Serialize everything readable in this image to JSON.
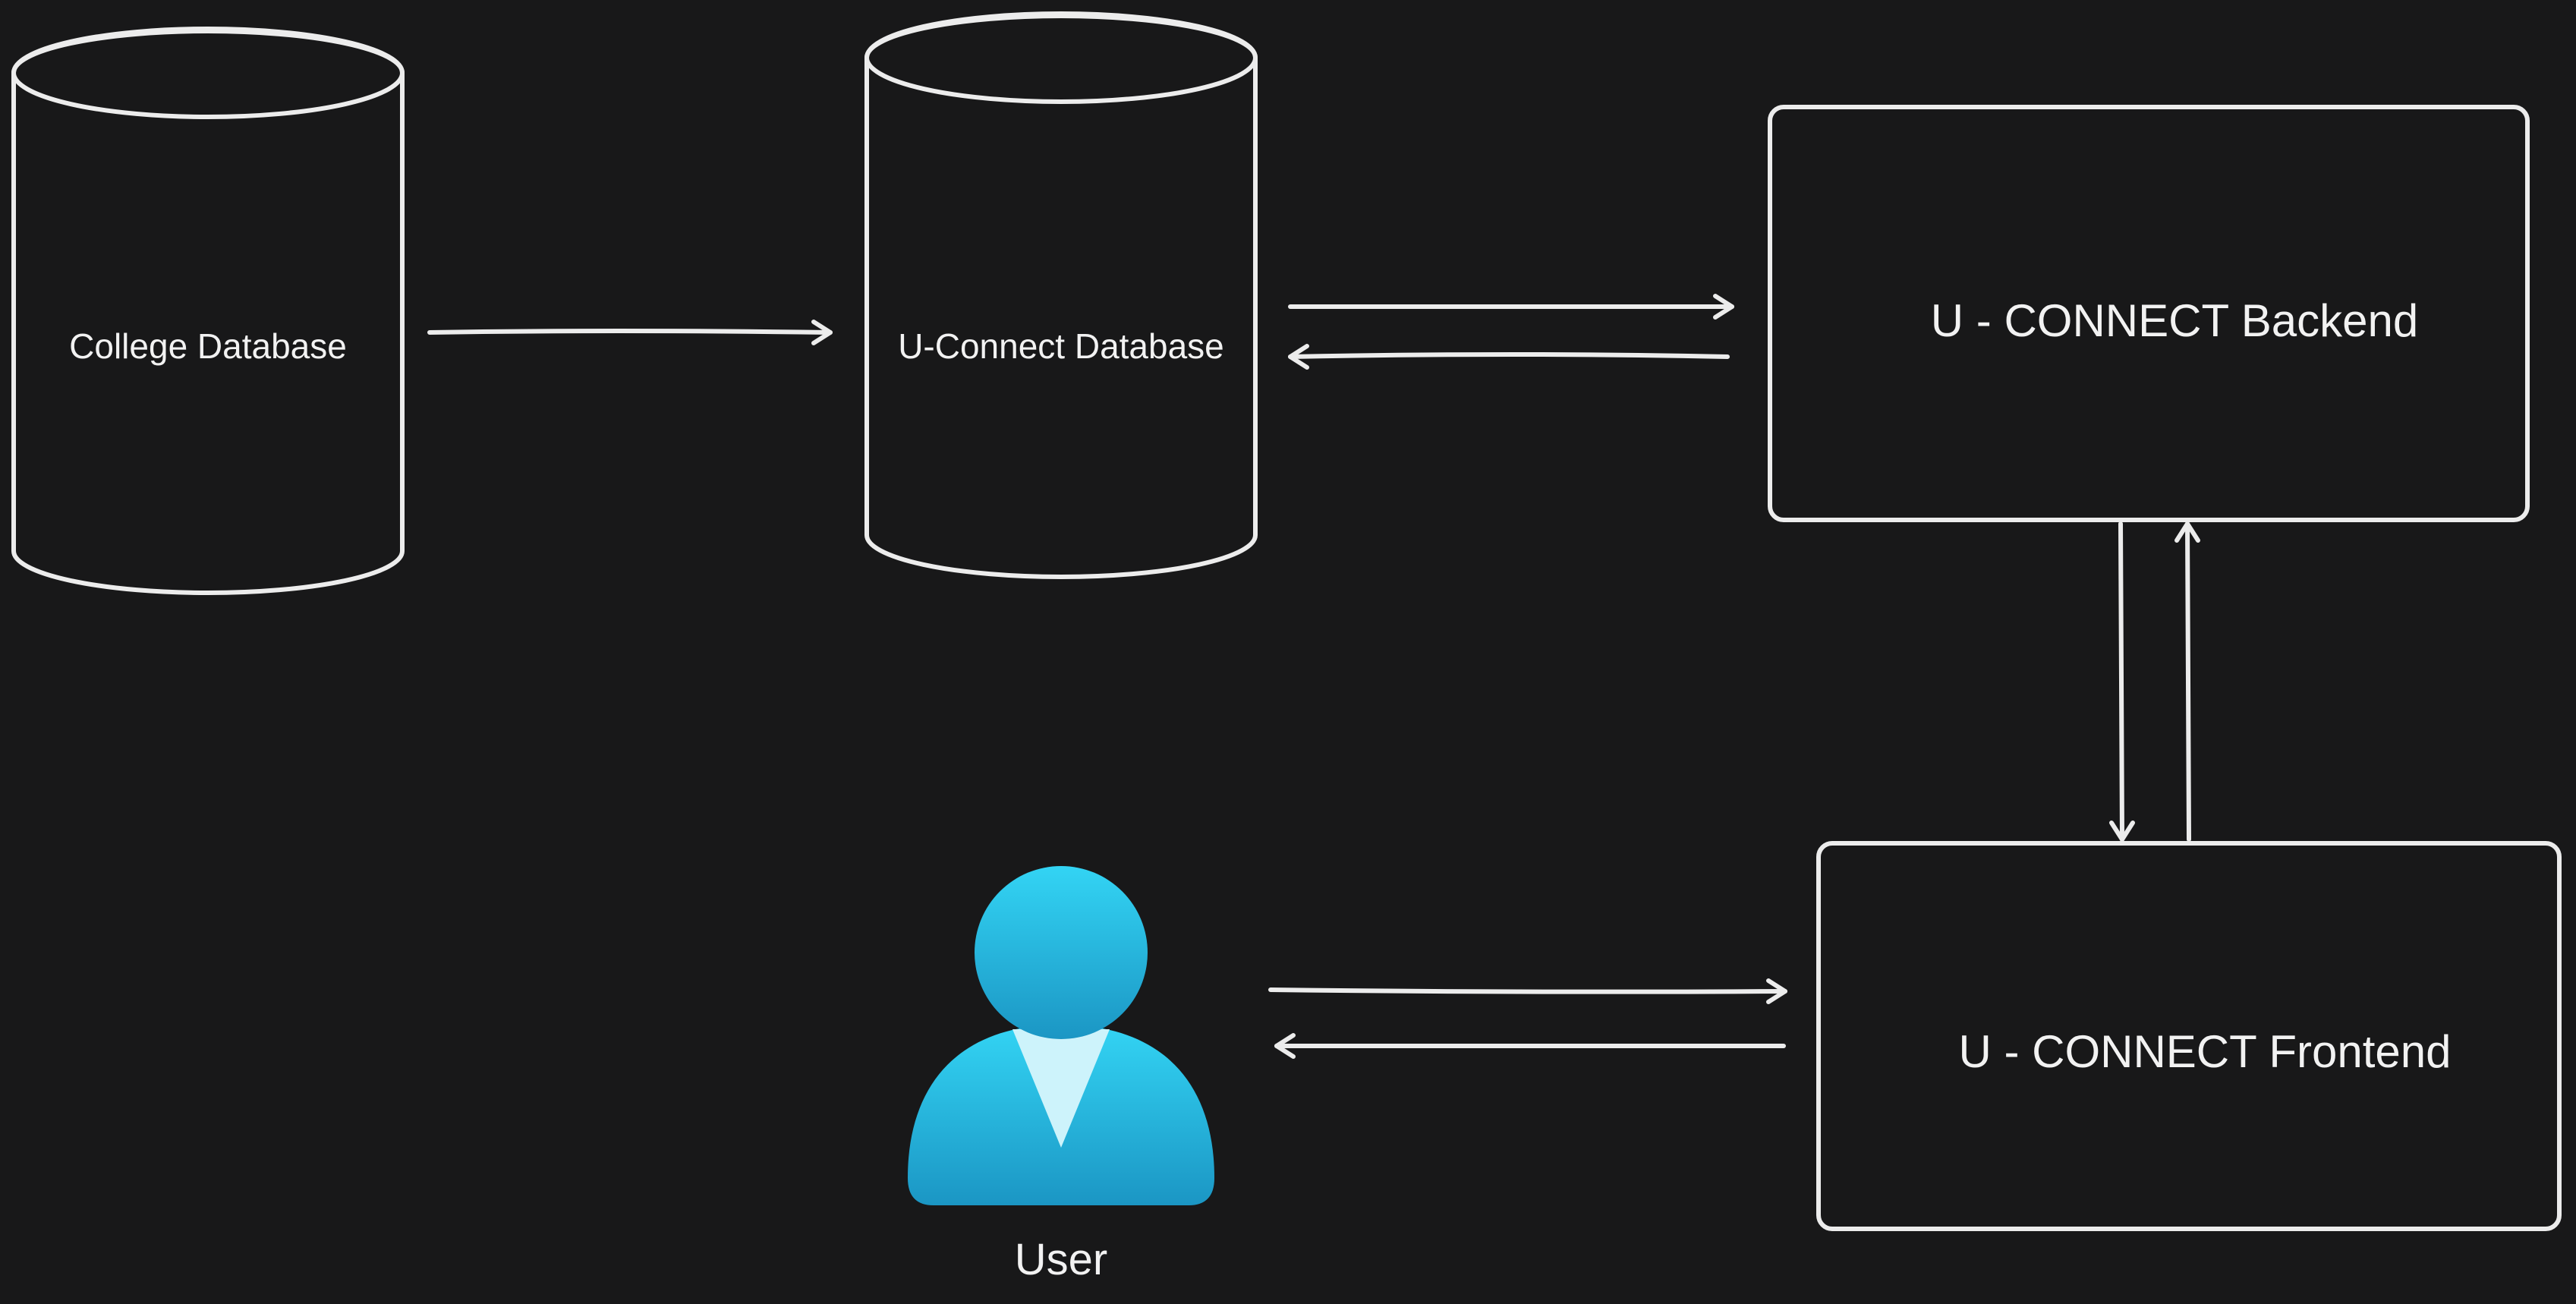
{
  "diagram": {
    "background": "#181819",
    "stroke_color": "#ececec",
    "nodes": {
      "college_db": {
        "label": "College Database",
        "fill": "#2b5a35"
      },
      "uconnect_db": {
        "label": "U-Connect Database",
        "fill": "#662b28"
      },
      "backend": {
        "label": "U - CONNECT Backend",
        "fill": "#21355a"
      },
      "frontend": {
        "label": "U - CONNECT Frontend",
        "fill": "#585a28"
      },
      "user": {
        "label": "User",
        "icon": "user-icon",
        "colors": [
          "#33d4f4",
          "#1b96c4"
        ]
      }
    },
    "edges": [
      {
        "from": "College Database",
        "to": "U-Connect Database"
      },
      {
        "from": "U-Connect Database",
        "to": "U - CONNECT Backend"
      },
      {
        "from": "U - CONNECT Backend",
        "to": "U-Connect Database"
      },
      {
        "from": "U - CONNECT Backend",
        "to": "U - CONNECT Frontend"
      },
      {
        "from": "U - CONNECT Frontend",
        "to": "U - CONNECT Backend"
      },
      {
        "from": "User",
        "to": "U - CONNECT Frontend"
      },
      {
        "from": "U - CONNECT Frontend",
        "to": "User"
      }
    ]
  }
}
